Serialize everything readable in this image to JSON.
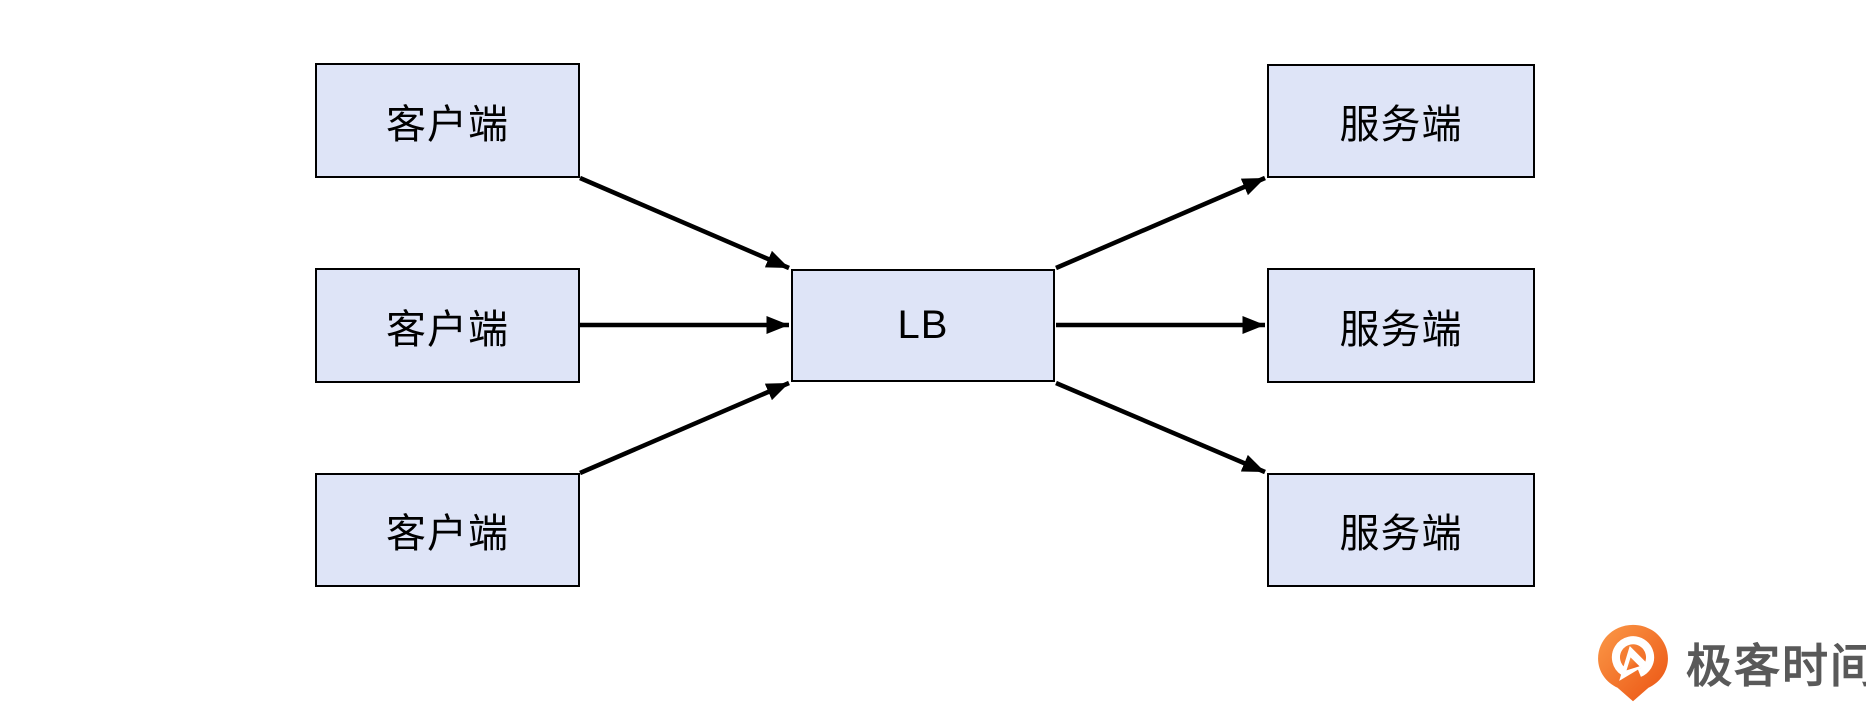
{
  "diagram": {
    "clients": [
      {
        "label": "客户端"
      },
      {
        "label": "客户端"
      },
      {
        "label": "客户端"
      }
    ],
    "load_balancer": {
      "label": "LB"
    },
    "servers": [
      {
        "label": "服务端"
      },
      {
        "label": "服务端"
      },
      {
        "label": "服务端"
      }
    ],
    "edges": [
      {
        "from": "client-1",
        "to": "lb"
      },
      {
        "from": "client-2",
        "to": "lb"
      },
      {
        "from": "client-3",
        "to": "lb"
      },
      {
        "from": "lb",
        "to": "server-1"
      },
      {
        "from": "lb",
        "to": "server-2"
      },
      {
        "from": "lb",
        "to": "server-3"
      }
    ]
  },
  "branding": {
    "logo_text": "极客时间",
    "logo_icon": "geektime-pin-icon"
  },
  "colors": {
    "node_fill": "#dee4f7",
    "node_border": "#000000",
    "arrow": "#000000",
    "logo_orange_light": "#fb9948",
    "logo_orange_dark": "#eb5312",
    "logo_text_gray": "#595959",
    "background": "#ffffff"
  }
}
